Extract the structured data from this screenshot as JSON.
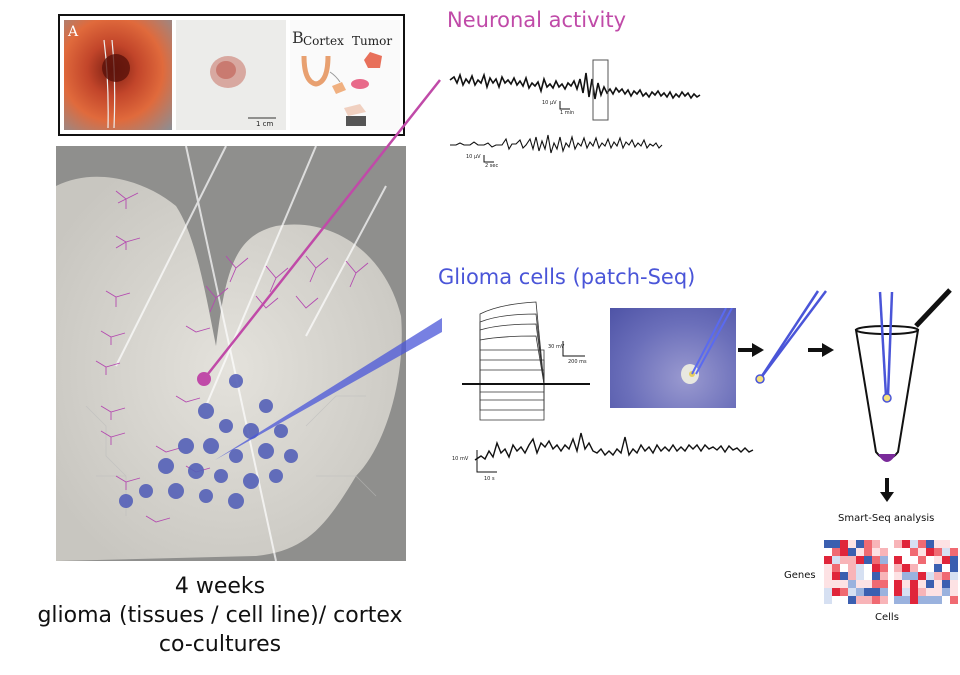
{
  "titles": {
    "neuronal_activity": "Neuronal activity",
    "glioma_cells": "Glioma cells (patch-Seq)"
  },
  "photo_strip": {
    "panel_a_letter": "A",
    "panel_b_letter": "B",
    "cortex_label": "Cortex",
    "tumor_label": "Tumor",
    "scale_bar": "1 cm"
  },
  "recording_scales": {
    "top_trace_scale": "10 µV",
    "top_trace_time": "1 min",
    "bottom_trace_scale": "10 µV",
    "bottom_trace_time": "2 sec",
    "steps_scale": "30 mV",
    "steps_time": "200 ms",
    "spont_scale": "10 mV",
    "spont_time": "10 s"
  },
  "analysis": {
    "smart_seq_label": "Smart-Seq analysis",
    "genes_label": "Genes",
    "cells_label": "Cells"
  },
  "caption": {
    "line1": "4 weeks",
    "line2": "glioma (tissues / cell line)/ cortex",
    "line3": "co-cultures"
  },
  "colors": {
    "pink": "#c04aa8",
    "blue": "#4a55d8",
    "heatmap_red": "#e0253a",
    "heatmap_blue": "#3b5fb0"
  }
}
